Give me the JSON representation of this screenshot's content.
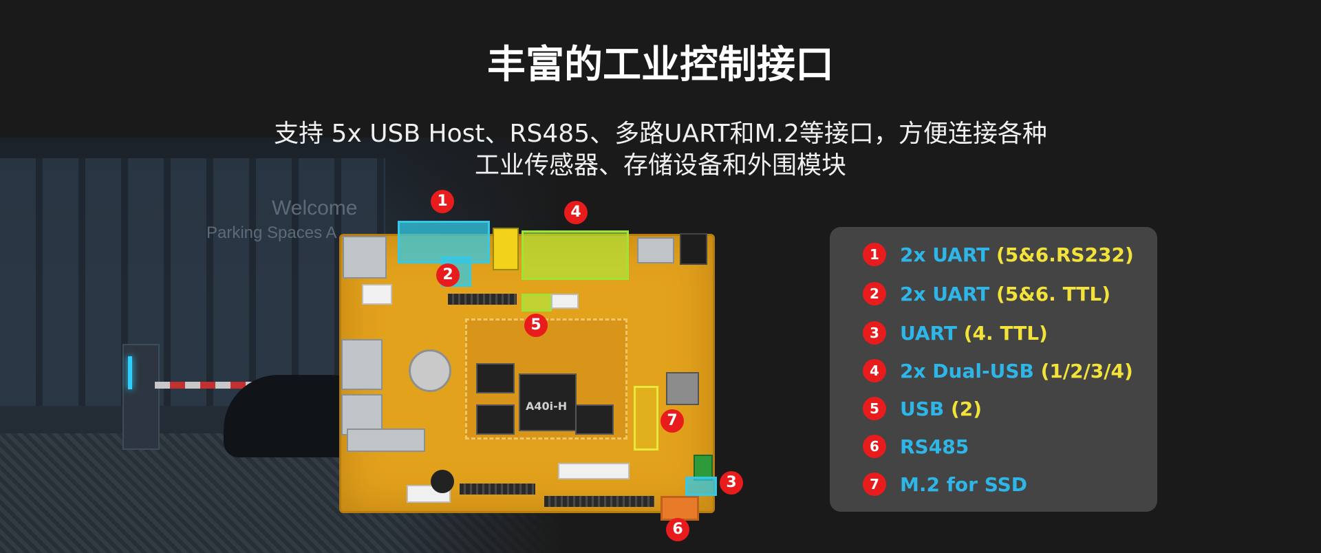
{
  "title": "丰富的工业控制接口",
  "subtitle": {
    "line1": "支持 5x USB Host、RS485、多路UART和M.2等接口，方便连接各种",
    "line2": "工业传感器、存储设备和外围模块"
  },
  "background": {
    "sign_line1": "Welcome",
    "sign_line2": "Parking Spaces A"
  },
  "board": {
    "chip_label": "A40i-H"
  },
  "markers": [
    "1",
    "2",
    "3",
    "4",
    "5",
    "6",
    "7"
  ],
  "legend": [
    {
      "num": "1",
      "name": "2x UART",
      "detail": " (5&6.RS232)"
    },
    {
      "num": "2",
      "name": "2x UART",
      "detail": " (5&6. TTL)"
    },
    {
      "num": "3",
      "name": "UART",
      "detail": " (4. TTL)"
    },
    {
      "num": "4",
      "name": "2x Dual-USB",
      "detail": " (1/2/3/4)"
    },
    {
      "num": "5",
      "name": "USB",
      "detail": " (2)"
    },
    {
      "num": "6",
      "name": "RS485",
      "detail": ""
    },
    {
      "num": "7",
      "name": "M.2 for SSD",
      "detail": ""
    }
  ],
  "colors": {
    "background": "#1a1a1a",
    "legend_panel": "#444444",
    "marker_red": "#e81c1c",
    "legend_name_cyan": "#2fb6e8",
    "legend_detail_yellow": "#f2e23a",
    "board_gold": "#e3a21c"
  }
}
